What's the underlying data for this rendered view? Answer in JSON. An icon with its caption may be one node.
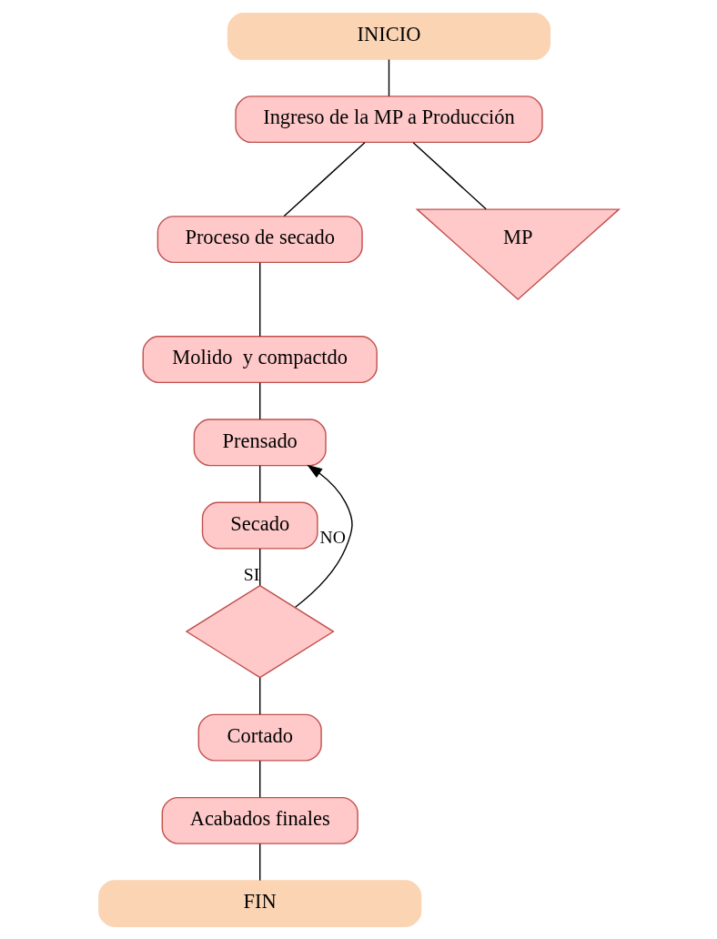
{
  "diagram": {
    "nodes": [
      {
        "text": [
          "INICIO"
        ]
      },
      {
        "text": [
          "Ingreso de la MP a Producción"
        ]
      },
      {
        "text": [
          "Proceso de secado"
        ]
      },
      {
        "text": [
          "MP"
        ]
      },
      {
        "text": [
          "Molido  y compactdo"
        ]
      },
      {
        "text": [
          "Prensado"
        ]
      },
      {
        "text": [
          "Secado"
        ]
      },
      {
        "text": [],
        "shape": "diamond"
      },
      {
        "text": [
          "Cortado"
        ]
      },
      {
        "text": [
          "Acabados finales"
        ]
      },
      {
        "text": [
          "FIN"
        ]
      }
    ],
    "edges": [
      {
        "from": 0,
        "to": 1,
        "arrow": "none"
      },
      {
        "from": 1,
        "to": 3,
        "arrow": "none"
      },
      {
        "from": 1,
        "to": 2,
        "arrow": "none"
      },
      {
        "from": 2,
        "to": 4,
        "arrow": "none"
      },
      {
        "from": 4,
        "to": 5,
        "arrow": "none"
      },
      {
        "from": 5,
        "to": 6,
        "arrow": "none"
      },
      {
        "from": 6,
        "to": 7,
        "label": "SI",
        "arrow": "none"
      },
      {
        "from": 7,
        "to": 5,
        "label": "NO",
        "arrow": "to"
      },
      {
        "from": 7,
        "to": 8,
        "arrow": "none"
      },
      {
        "from": 8,
        "to": 9,
        "arrow": "none"
      },
      {
        "from": 9,
        "to": 10,
        "arrow": "none"
      }
    ]
  }
}
